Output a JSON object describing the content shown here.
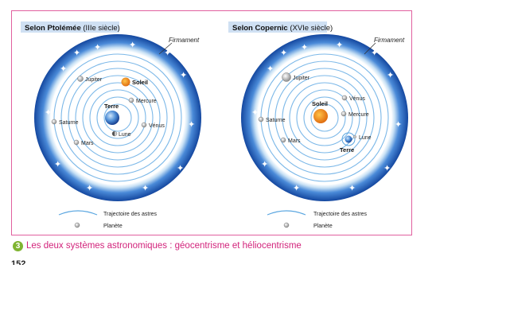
{
  "systems": [
    {
      "title_bold": "Selon Ptolémée",
      "title_rest": " (IIIe siècle)",
      "firmament": "Firmament",
      "bodies": [
        {
          "name": "Terre",
          "kind": "earth",
          "bold": true
        },
        {
          "name": "Soleil",
          "kind": "sun",
          "bold": true
        },
        {
          "name": "Jupiter",
          "kind": "planet",
          "bold": false
        },
        {
          "name": "Mercure",
          "kind": "planet",
          "bold": false
        },
        {
          "name": "Saturne",
          "kind": "planet",
          "bold": false
        },
        {
          "name": "Vénus",
          "kind": "planet",
          "bold": false
        },
        {
          "name": "Mars",
          "kind": "planet",
          "bold": false
        },
        {
          "name": "Lune",
          "kind": "moon",
          "bold": false
        }
      ],
      "legend": {
        "orbit": "Trajectoire des astres",
        "planet": "Planète"
      }
    },
    {
      "title_bold": "Selon Copernic",
      "title_rest": " (XVIe siècle)",
      "firmament": "Firmament",
      "bodies": [
        {
          "name": "Soleil",
          "kind": "sun",
          "bold": true
        },
        {
          "name": "Jupiter",
          "kind": "planet",
          "bold": false
        },
        {
          "name": "Vénus",
          "kind": "planet",
          "bold": false
        },
        {
          "name": "Mercure",
          "kind": "planet",
          "bold": false
        },
        {
          "name": "Saturne",
          "kind": "planet",
          "bold": false
        },
        {
          "name": "Mars",
          "kind": "planet",
          "bold": false
        },
        {
          "name": "Lune",
          "kind": "moon",
          "bold": false
        },
        {
          "name": "Terre",
          "kind": "earth",
          "bold": true
        }
      ],
      "legend": {
        "orbit": "Trajectoire des astres",
        "planet": "Planète"
      }
    }
  ],
  "caption": {
    "number": "3",
    "text": "Les deux systèmes astronomiques : géocentrisme et héliocentrisme"
  },
  "page_number": "152",
  "colors": {
    "frame_border": "#e1609f",
    "firmament_blue": "#1f5cb8",
    "orbit_blue": "#7cb8e8",
    "sun_orange": "#f08a1c",
    "caption_pink": "#d2237b",
    "badge_green": "#7fb431",
    "title_bar": "#cfe0f3"
  }
}
